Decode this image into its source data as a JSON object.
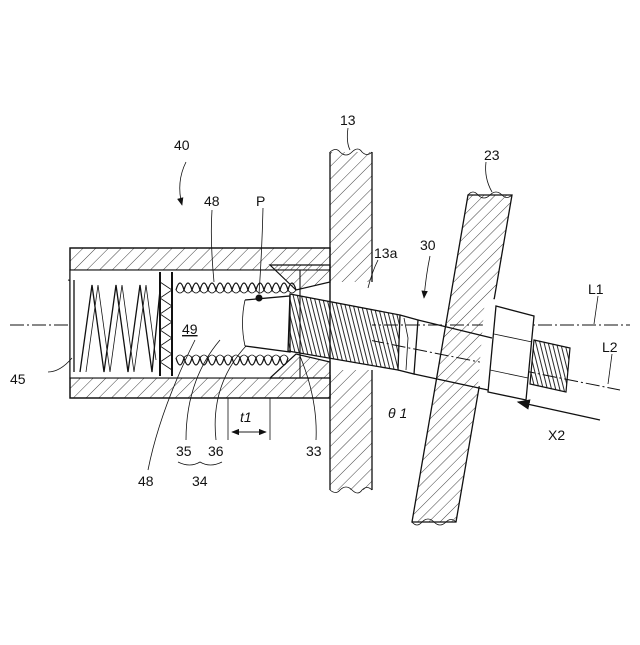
{
  "figure": {
    "labels": {
      "l40": "40",
      "l13": "13",
      "l23": "23",
      "l48_top": "48",
      "lP": "P",
      "l13a": "13a",
      "l30": "30",
      "lL1": "L1",
      "lL2": "L2",
      "l49": "49",
      "l45": "45",
      "lt1": "t1",
      "ltheta": "θ 1",
      "lX2": "X2",
      "l35": "35",
      "l36": "36",
      "l34": "34",
      "l48_bot": "48",
      "l33": "33"
    }
  }
}
